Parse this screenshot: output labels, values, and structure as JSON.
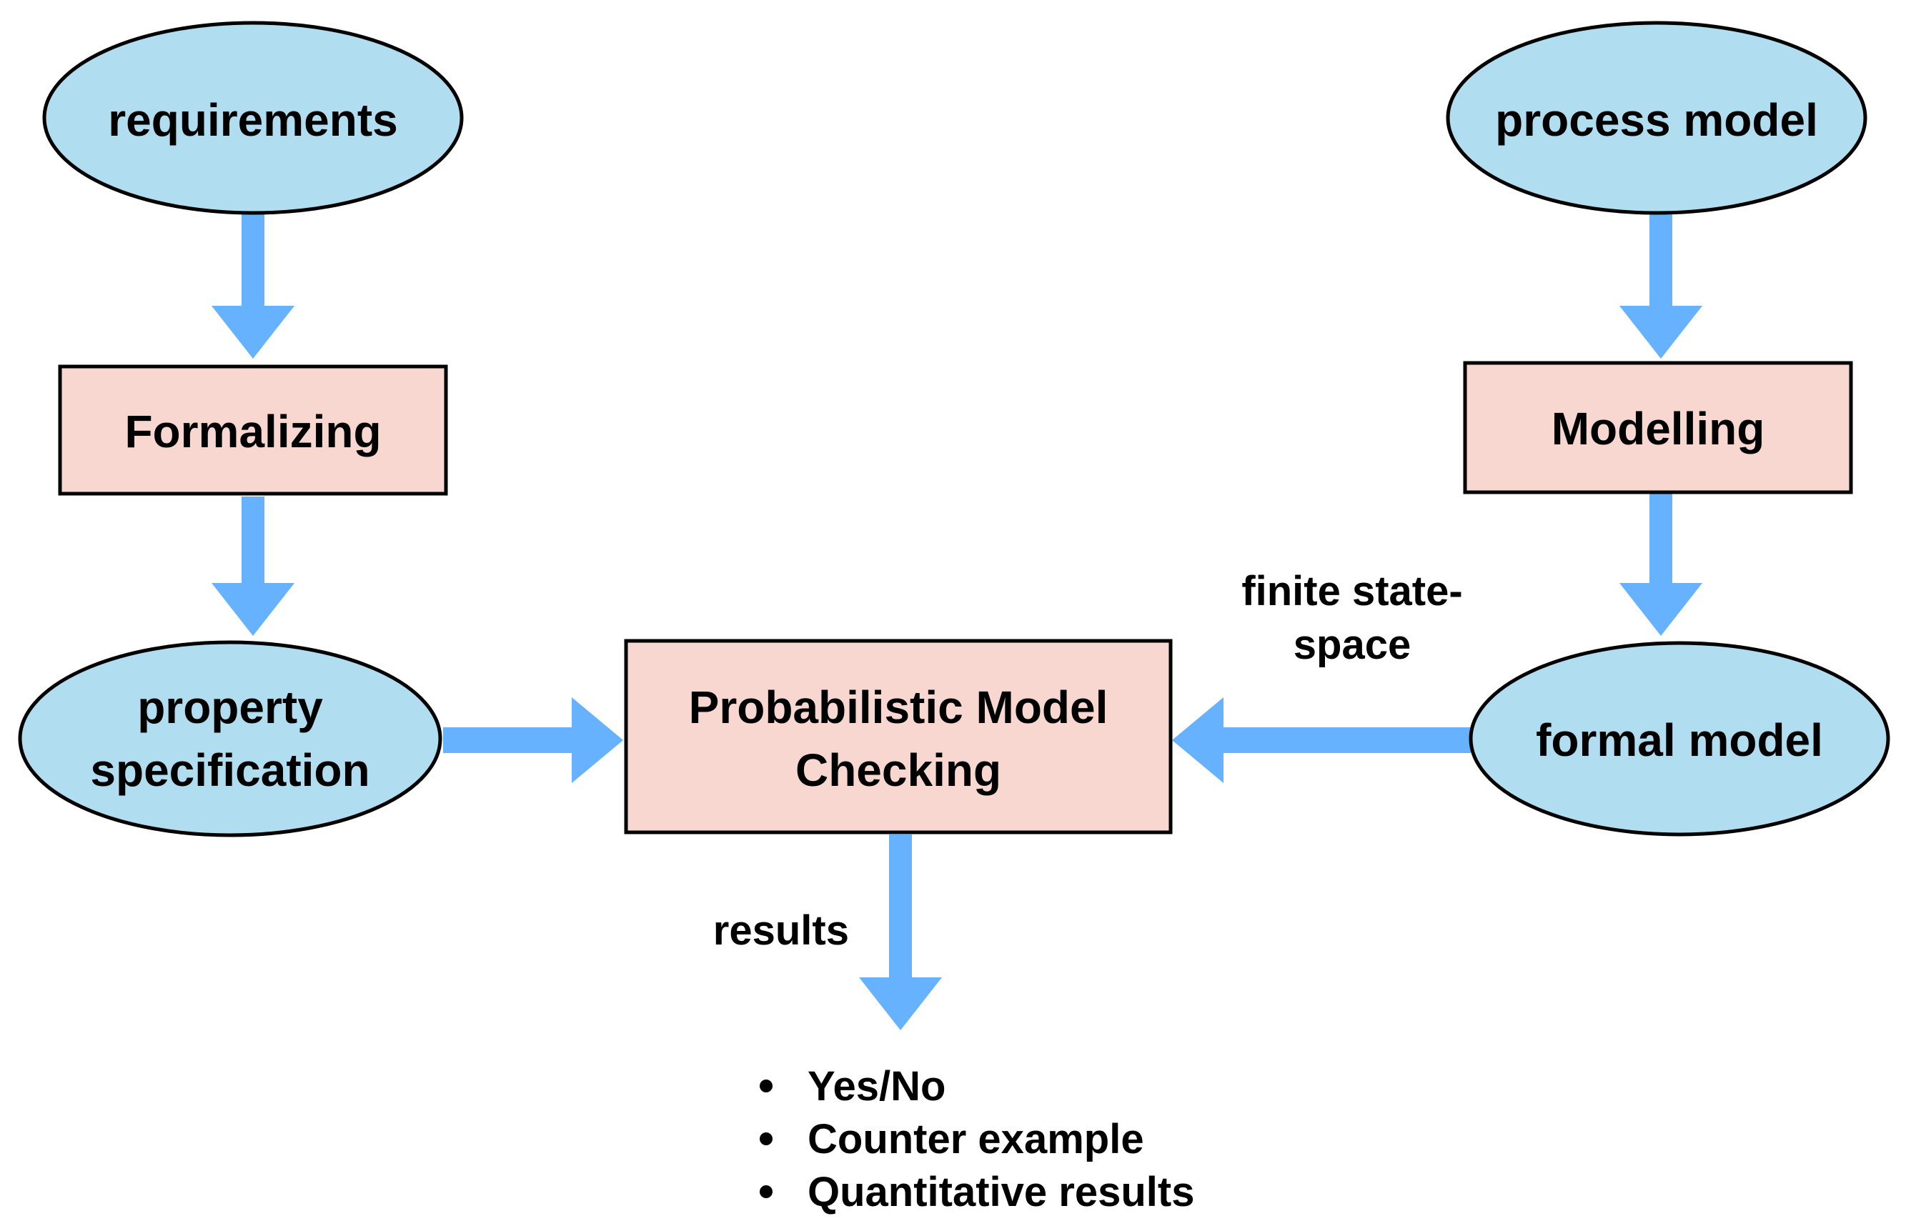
{
  "nodes": {
    "requirements": "requirements",
    "process_model": "process model",
    "formalizing": "Formalizing",
    "modelling": "Modelling",
    "property_specification": [
      "property",
      "specification"
    ],
    "formal_model": "formal model",
    "probabilistic_model_checking": [
      "Probabilistic Model",
      "Checking"
    ]
  },
  "edge_labels": {
    "finite_state_space": [
      "finite state-",
      "space"
    ],
    "results": "results"
  },
  "result_items": [
    "Yes/No",
    "Counter example",
    "Quantitative results"
  ],
  "colors": {
    "ellipse_fill": "#b1ddf0",
    "box_fill": "#f8d7d1",
    "arrow": "#66b2ff",
    "stroke": "#000000"
  }
}
